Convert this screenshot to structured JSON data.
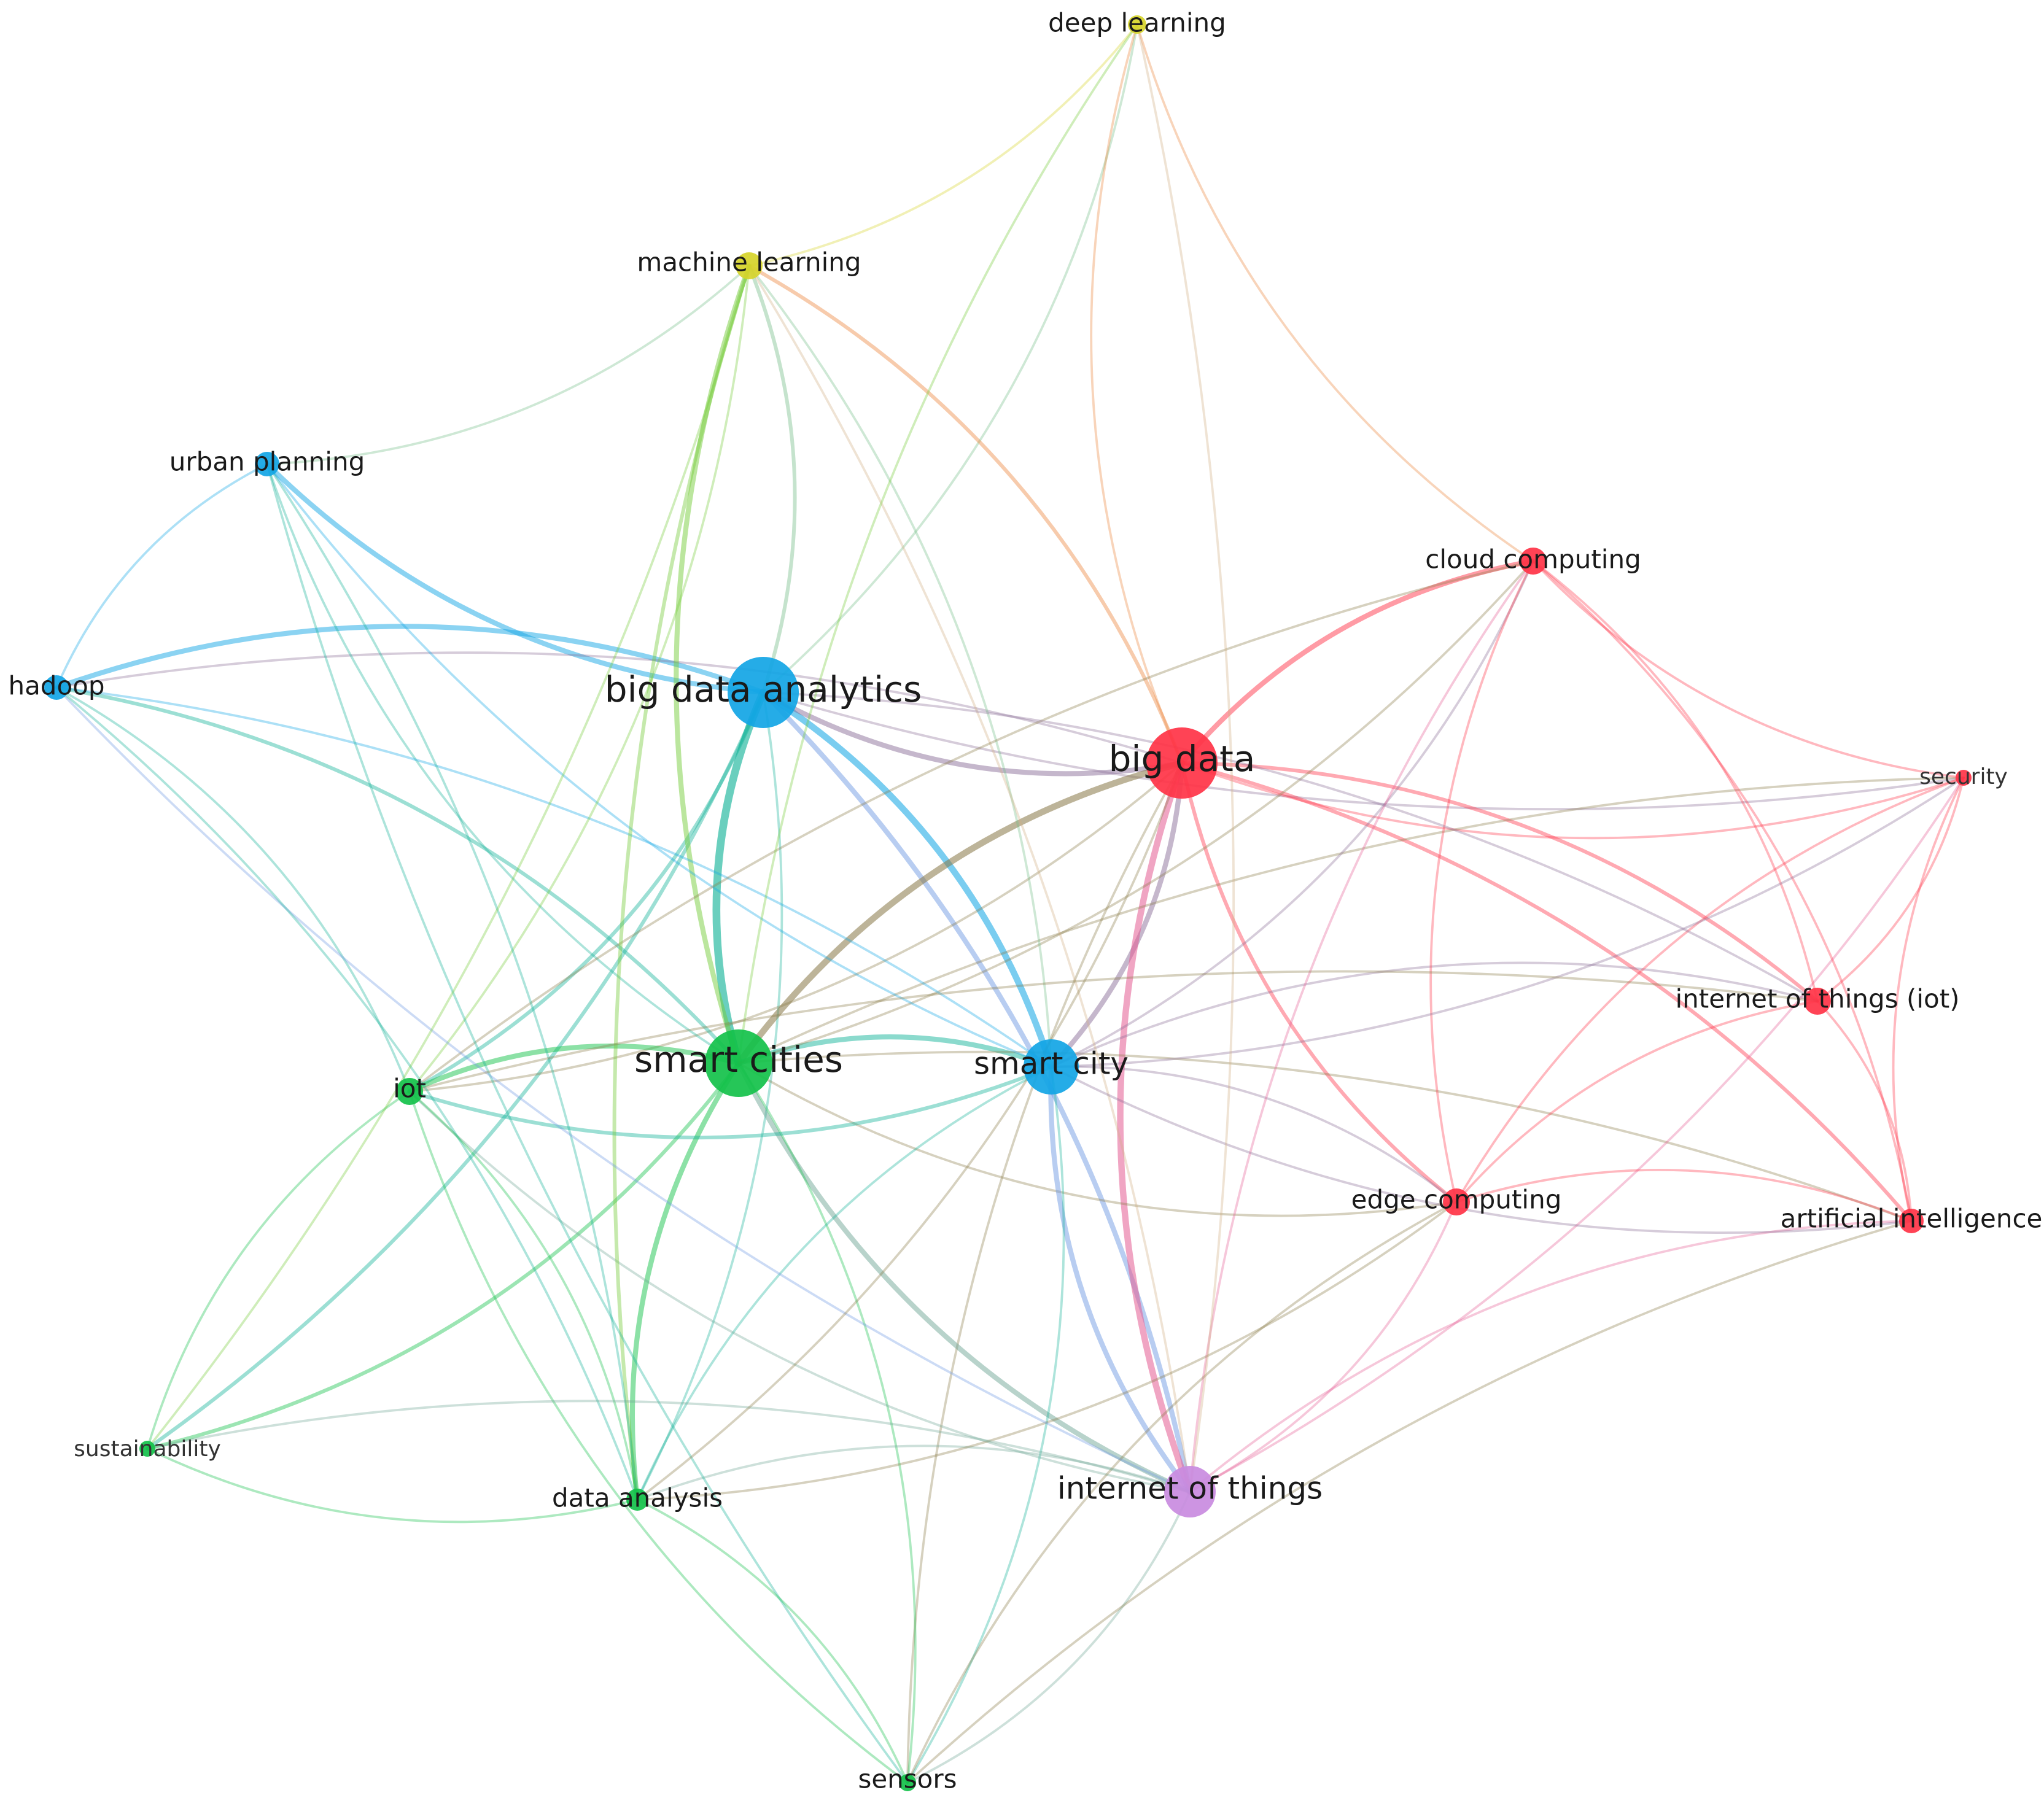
{
  "colors": {
    "red": "#ff3347",
    "blue": "#12a5e5",
    "green": "#14c14a",
    "yellow": "#d6d42a",
    "purple": "#c98be0"
  },
  "nodes": [
    {
      "id": "deep-learning",
      "label": "deep learning",
      "cluster": "yellow",
      "weight": 1
    },
    {
      "id": "machine-learning",
      "label": "machine learning",
      "cluster": "yellow",
      "weight": 2
    },
    {
      "id": "urban-planning",
      "label": "urban planning",
      "cluster": "blue",
      "weight": 2
    },
    {
      "id": "hadoop",
      "label": "hadoop",
      "cluster": "blue",
      "weight": 2
    },
    {
      "id": "big-data-analytics",
      "label": "big data analytics",
      "cluster": "blue",
      "weight": 5
    },
    {
      "id": "big-data",
      "label": "big data",
      "cluster": "red",
      "weight": 5
    },
    {
      "id": "cloud-computing",
      "label": "cloud computing",
      "cluster": "red",
      "weight": 2
    },
    {
      "id": "security",
      "label": "security",
      "cluster": "red",
      "weight": 1
    },
    {
      "id": "internet-of-things-iot",
      "label": "internet of things (iot)",
      "cluster": "red",
      "weight": 2
    },
    {
      "id": "edge-computing",
      "label": "edge computing",
      "cluster": "red",
      "weight": 2
    },
    {
      "id": "artificial-intelligence",
      "label": "artificial intelligence",
      "cluster": "red",
      "weight": 2
    },
    {
      "id": "smart-cities",
      "label": "smart cities",
      "cluster": "green",
      "weight": 5
    },
    {
      "id": "smart-city",
      "label": "smart city",
      "cluster": "blue",
      "weight": 4
    },
    {
      "id": "iot",
      "label": "iot",
      "cluster": "green",
      "weight": 2
    },
    {
      "id": "sustainability",
      "label": "sustainability",
      "cluster": "green",
      "weight": 1
    },
    {
      "id": "data-analysis",
      "label": "data analysis",
      "cluster": "green",
      "weight": 2
    },
    {
      "id": "internet-of-things",
      "label": "internet of things",
      "cluster": "purple",
      "weight": 4
    },
    {
      "id": "sensors",
      "label": "sensors",
      "cluster": "green",
      "weight": 1
    }
  ],
  "links": [
    {
      "source": "big-data-analytics",
      "target": "smart-cities",
      "strength": 5
    },
    {
      "source": "big-data-analytics",
      "target": "smart-city",
      "strength": 4
    },
    {
      "source": "big-data-analytics",
      "target": "big-data",
      "strength": 3
    },
    {
      "source": "big-data-analytics",
      "target": "urban-planning",
      "strength": 3
    },
    {
      "source": "big-data-analytics",
      "target": "hadoop",
      "strength": 3
    },
    {
      "source": "big-data-analytics",
      "target": "iot",
      "strength": 2
    },
    {
      "source": "big-data-analytics",
      "target": "machine-learning",
      "strength": 2
    },
    {
      "source": "big-data-analytics",
      "target": "internet-of-things",
      "strength": 3
    },
    {
      "source": "big-data-analytics",
      "target": "deep-learning",
      "strength": 1
    },
    {
      "source": "big-data-analytics",
      "target": "data-analysis",
      "strength": 1
    },
    {
      "source": "big-data-analytics",
      "target": "security",
      "strength": 1
    },
    {
      "source": "big-data-analytics",
      "target": "sustainability",
      "strength": 2
    },
    {
      "source": "big-data",
      "target": "smart-cities",
      "strength": 4
    },
    {
      "source": "big-data",
      "target": "smart-city",
      "strength": 3
    },
    {
      "source": "big-data",
      "target": "internet-of-things",
      "strength": 4
    },
    {
      "source": "big-data",
      "target": "cloud-computing",
      "strength": 3
    },
    {
      "source": "big-data",
      "target": "security",
      "strength": 1
    },
    {
      "source": "big-data",
      "target": "internet-of-things-iot",
      "strength": 2
    },
    {
      "source": "big-data",
      "target": "edge-computing",
      "strength": 2
    },
    {
      "source": "big-data",
      "target": "artificial-intelligence",
      "strength": 2
    },
    {
      "source": "big-data",
      "target": "machine-learning",
      "strength": 2
    },
    {
      "source": "big-data",
      "target": "deep-learning",
      "strength": 1
    },
    {
      "source": "big-data",
      "target": "hadoop",
      "strength": 1
    },
    {
      "source": "big-data",
      "target": "iot",
      "strength": 1
    },
    {
      "source": "big-data",
      "target": "sensors",
      "strength": 1
    },
    {
      "source": "smart-cities",
      "target": "smart-city",
      "strength": 3
    },
    {
      "source": "smart-cities",
      "target": "iot",
      "strength": 3
    },
    {
      "source": "smart-cities",
      "target": "machine-learning",
      "strength": 3
    },
    {
      "source": "smart-cities",
      "target": "data-analysis",
      "strength": 3
    },
    {
      "source": "smart-cities",
      "target": "sustainability",
      "strength": 2
    },
    {
      "source": "smart-cities",
      "target": "internet-of-things",
      "strength": 3
    },
    {
      "source": "smart-cities",
      "target": "sensors",
      "strength": 1
    },
    {
      "source": "smart-cities",
      "target": "hadoop",
      "strength": 2
    },
    {
      "source": "smart-cities",
      "target": "urban-planning",
      "strength": 1
    },
    {
      "source": "smart-cities",
      "target": "cloud-computing",
      "strength": 1
    },
    {
      "source": "smart-cities",
      "target": "security",
      "strength": 1
    },
    {
      "source": "smart-cities",
      "target": "edge-computing",
      "strength": 1
    },
    {
      "source": "smart-cities",
      "target": "artificial-intelligence",
      "strength": 1
    },
    {
      "source": "smart-city",
      "target": "internet-of-things",
      "strength": 3
    },
    {
      "source": "smart-city",
      "target": "iot",
      "strength": 2
    },
    {
      "source": "smart-city",
      "target": "hadoop",
      "strength": 1
    },
    {
      "source": "smart-city",
      "target": "urban-planning",
      "strength": 1
    },
    {
      "source": "smart-city",
      "target": "cloud-computing",
      "strength": 1
    },
    {
      "source": "smart-city",
      "target": "edge-computing",
      "strength": 1
    },
    {
      "source": "smart-city",
      "target": "data-analysis",
      "strength": 1
    },
    {
      "source": "smart-city",
      "target": "sensors",
      "strength": 1
    },
    {
      "source": "smart-city",
      "target": "machine-learning",
      "strength": 1
    },
    {
      "source": "smart-city",
      "target": "internet-of-things-iot",
      "strength": 1
    },
    {
      "source": "internet-of-things",
      "target": "edge-computing",
      "strength": 1
    },
    {
      "source": "internet-of-things",
      "target": "cloud-computing",
      "strength": 1
    },
    {
      "source": "internet-of-things",
      "target": "security",
      "strength": 1
    },
    {
      "source": "internet-of-things",
      "target": "artificial-intelligence",
      "strength": 1
    },
    {
      "source": "internet-of-things",
      "target": "data-analysis",
      "strength": 1
    },
    {
      "source": "internet-of-things",
      "target": "sensors",
      "strength": 1
    },
    {
      "source": "internet-of-things",
      "target": "machine-learning",
      "strength": 1
    },
    {
      "source": "internet-of-things",
      "target": "iot",
      "strength": 1
    },
    {
      "source": "cloud-computing",
      "target": "security",
      "strength": 1
    },
    {
      "source": "cloud-computing",
      "target": "internet-of-things-iot",
      "strength": 1
    },
    {
      "source": "cloud-computing",
      "target": "edge-computing",
      "strength": 1
    },
    {
      "source": "cloud-computing",
      "target": "artificial-intelligence",
      "strength": 1
    },
    {
      "source": "cloud-computing",
      "target": "iot",
      "strength": 1
    },
    {
      "source": "cloud-computing",
      "target": "deep-learning",
      "strength": 1
    },
    {
      "source": "security",
      "target": "artificial-intelligence",
      "strength": 1
    },
    {
      "source": "security",
      "target": "internet-of-things-iot",
      "strength": 1
    },
    {
      "source": "security",
      "target": "edge-computing",
      "strength": 1
    },
    {
      "source": "security",
      "target": "smart-city",
      "strength": 1
    },
    {
      "source": "internet-of-things-iot",
      "target": "edge-computing",
      "strength": 1
    },
    {
      "source": "internet-of-things-iot",
      "target": "artificial-intelligence",
      "strength": 1
    },
    {
      "source": "internet-of-things-iot",
      "target": "big-data-analytics",
      "strength": 1
    },
    {
      "source": "edge-computing",
      "target": "artificial-intelligence",
      "strength": 1
    },
    {
      "source": "edge-computing",
      "target": "sensors",
      "strength": 1
    },
    {
      "source": "edge-computing",
      "target": "data-analysis",
      "strength": 1
    },
    {
      "source": "artificial-intelligence",
      "target": "sensors",
      "strength": 1
    },
    {
      "source": "artificial-intelligence",
      "target": "smart-city",
      "strength": 1
    },
    {
      "source": "machine-learning",
      "target": "deep-learning",
      "strength": 1
    },
    {
      "source": "machine-learning",
      "target": "urban-planning",
      "strength": 1
    },
    {
      "source": "machine-learning",
      "target": "data-analysis",
      "strength": 2
    },
    {
      "source": "machine-learning",
      "target": "iot",
      "strength": 1
    },
    {
      "source": "deep-learning",
      "target": "smart-cities",
      "strength": 1
    },
    {
      "source": "deep-learning",
      "target": "internet-of-things",
      "strength": 1
    },
    {
      "source": "urban-planning",
      "target": "hadoop",
      "strength": 1
    },
    {
      "source": "urban-planning",
      "target": "data-analysis",
      "strength": 1
    },
    {
      "source": "urban-planning",
      "target": "sensors",
      "strength": 1
    },
    {
      "source": "hadoop",
      "target": "iot",
      "strength": 1
    },
    {
      "source": "hadoop",
      "target": "internet-of-things",
      "strength": 1
    },
    {
      "source": "hadoop",
      "target": "data-analysis",
      "strength": 1
    },
    {
      "source": "iot",
      "target": "sustainability",
      "strength": 1
    },
    {
      "source": "iot",
      "target": "data-analysis",
      "strength": 1
    },
    {
      "source": "iot",
      "target": "sensors",
      "strength": 1
    },
    {
      "source": "iot",
      "target": "internet-of-things-iot",
      "strength": 1
    },
    {
      "source": "sustainability",
      "target": "data-analysis",
      "strength": 1
    },
    {
      "source": "sustainability",
      "target": "internet-of-things",
      "strength": 1
    },
    {
      "source": "sustainability",
      "target": "machine-learning",
      "strength": 1
    },
    {
      "source": "data-analysis",
      "target": "sensors",
      "strength": 1
    },
    {
      "source": "data-analysis",
      "target": "big-data",
      "strength": 1
    }
  ]
}
